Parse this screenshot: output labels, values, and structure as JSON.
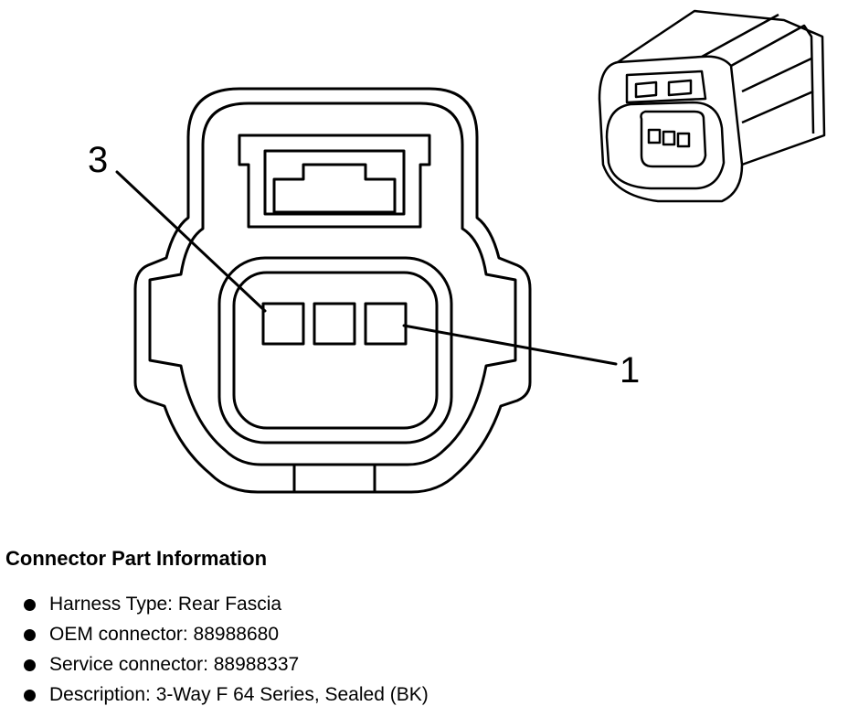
{
  "diagram": {
    "pin_labels": {
      "pin_3": "3",
      "pin_1": "1"
    }
  },
  "info": {
    "title": "Connector Part Information",
    "items": [
      "Harness Type: Rear Fascia",
      "OEM connector: 88988680",
      "Service connector: 88988337",
      "Description: 3-Way F 64 Series, Sealed (BK)"
    ]
  }
}
